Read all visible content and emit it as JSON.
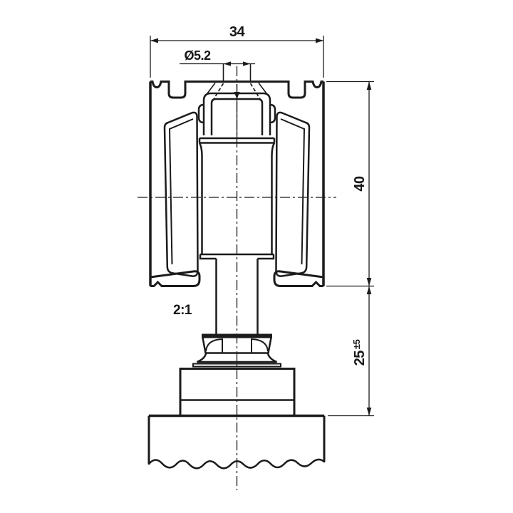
{
  "drawing": {
    "type": "technical-section-drawing",
    "scale_label": "2:1",
    "dimensions": {
      "width_top": "34",
      "hole_diameter": "Ø5.2",
      "track_height": "40",
      "drop_height": "25",
      "drop_tolerance": "±5"
    },
    "colors": {
      "line": "#1b1b1b",
      "background": "#ffffff"
    }
  }
}
